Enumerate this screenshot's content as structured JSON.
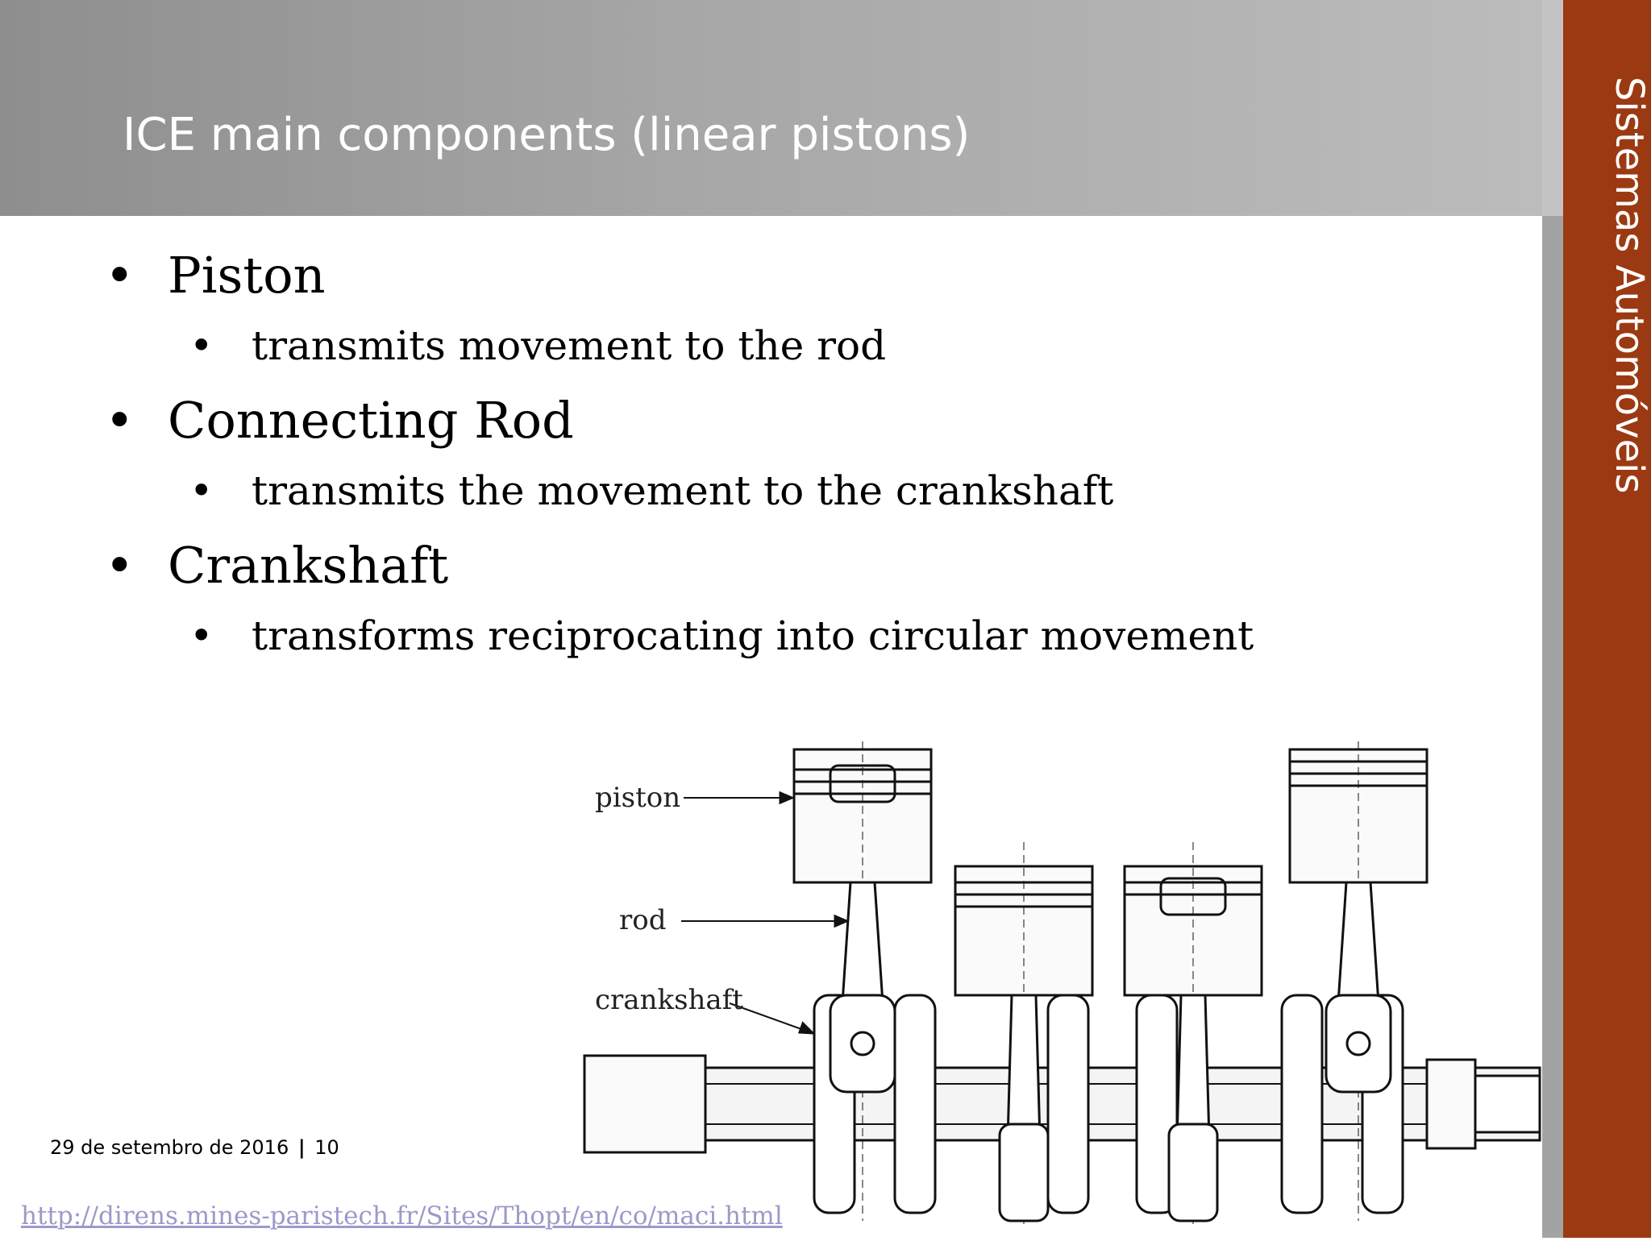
{
  "slide": {
    "title": "ICE main components (linear pistons)",
    "side_label": "Sistemas Automóveis",
    "bullets": [
      {
        "label": "Piston",
        "sub": "transmits movement to the rod"
      },
      {
        "label": "Connecting Rod",
        "sub": "transmits the movement to the crankshaft"
      },
      {
        "label": "Crankshaft",
        "sub": "transforms reciprocating into circular movement"
      }
    ],
    "footer": {
      "date": "29 de setembro de 2016",
      "separator": "|",
      "page": "10"
    },
    "source_url": "http://direns.mines-paristech.fr/Sites/Thopt/en/co/maci.html",
    "figure": {
      "labels": {
        "piston": "piston",
        "rod": "rod",
        "crankshaft": "crankshaft"
      }
    },
    "colors": {
      "header": "#a0a0a0",
      "side_band": "#9b3a12",
      "link": "#9a9aca"
    }
  }
}
